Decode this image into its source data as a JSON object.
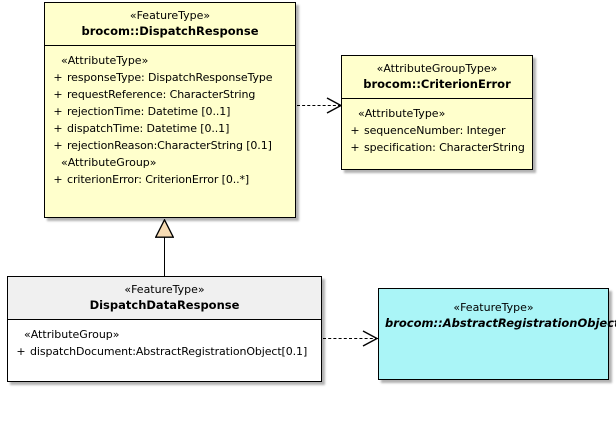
{
  "diagram": {
    "type": "uml-class-diagram",
    "background": "#ffffff",
    "colors": {
      "feature_type_fill": "#ffffcc",
      "attribute_group_type_fill": "#ffffcc",
      "abstract_feature_fill": "#aaf5f7",
      "subclass_header_fill": "#f0f0f0",
      "subclass_body_fill": "#ffffff",
      "border": "#000000",
      "generalization_triangle_fill": "#f7dcb4"
    }
  },
  "classes": {
    "dispatch_response": {
      "stereotype": "«FeatureType»",
      "name": "brocom::DispatchResponse",
      "compartments": [
        {
          "group_label": "«AttributeType»",
          "attributes": [
            {
              "visibility": "+",
              "text": "responseType: DispatchResponseType"
            },
            {
              "visibility": "+",
              "text": "requestReference: CharacterString"
            },
            {
              "visibility": "+",
              "text": "rejectionTime: Datetime [0..1]"
            },
            {
              "visibility": "+",
              "text": "dispatchTime: Datetime [0..1]"
            },
            {
              "visibility": "+",
              "text": "rejectionReason:CharacterString [0.1]"
            }
          ]
        },
        {
          "group_label": "«AttributeGroup»",
          "attributes": [
            {
              "visibility": "+",
              "text": "criterionError: CriterionError [0..*]"
            }
          ]
        }
      ]
    },
    "criterion_error": {
      "stereotype": "«AttributeGroupType»",
      "name": "brocom::CriterionError",
      "compartments": [
        {
          "group_label": "«AttributeType»",
          "attributes": [
            {
              "visibility": "+",
              "text": "sequenceNumber: Integer"
            },
            {
              "visibility": "+",
              "text": "specification: CharacterString"
            }
          ]
        }
      ]
    },
    "dispatch_data_response": {
      "stereotype": "«FeatureType»",
      "name": "DispatchDataResponse",
      "compartments": [
        {
          "group_label": "«AttributeGroup»",
          "attributes": [
            {
              "visibility": "+",
              "text": "dispatchDocument:AbstractRegistrationObject[0.1]"
            }
          ]
        }
      ]
    },
    "abstract_registration_object": {
      "stereotype": "«FeatureType»",
      "name": "brocom::AbstractRegistrationObject",
      "compartments": []
    }
  },
  "relationships": [
    {
      "kind": "generalization",
      "source": "DispatchDataResponse",
      "target": "brocom::DispatchResponse",
      "label": ""
    },
    {
      "kind": "dependency",
      "source": "brocom::DispatchResponse",
      "target": "brocom::CriterionError",
      "label": ""
    },
    {
      "kind": "dependency",
      "source": "DispatchDataResponse",
      "target": "brocom::AbstractRegistrationObject",
      "label": ""
    }
  ]
}
